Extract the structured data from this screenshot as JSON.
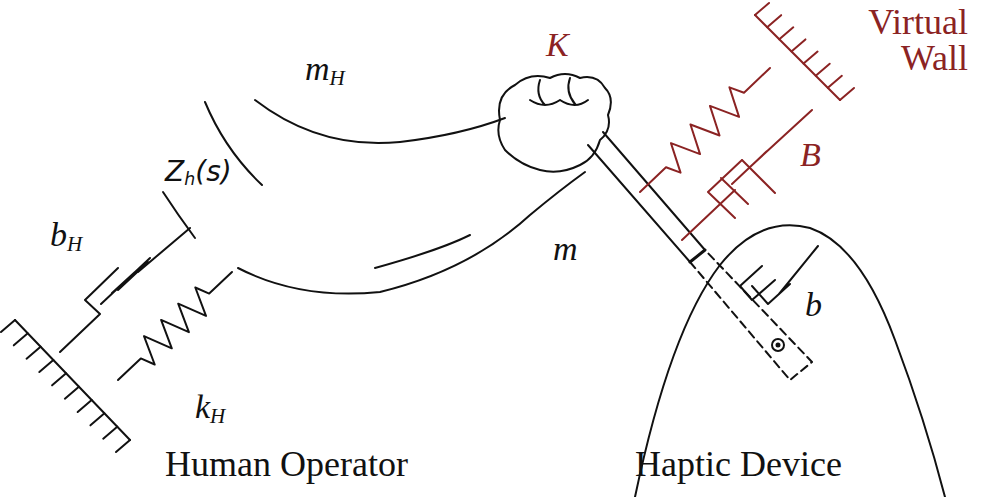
{
  "diagram": {
    "labels": [
      "Virtual Wall",
      "K",
      "B",
      "mH",
      "Zh(s)",
      "bH",
      "kH",
      "m",
      "b",
      "Human Operator",
      "Haptic Device"
    ]
  }
}
